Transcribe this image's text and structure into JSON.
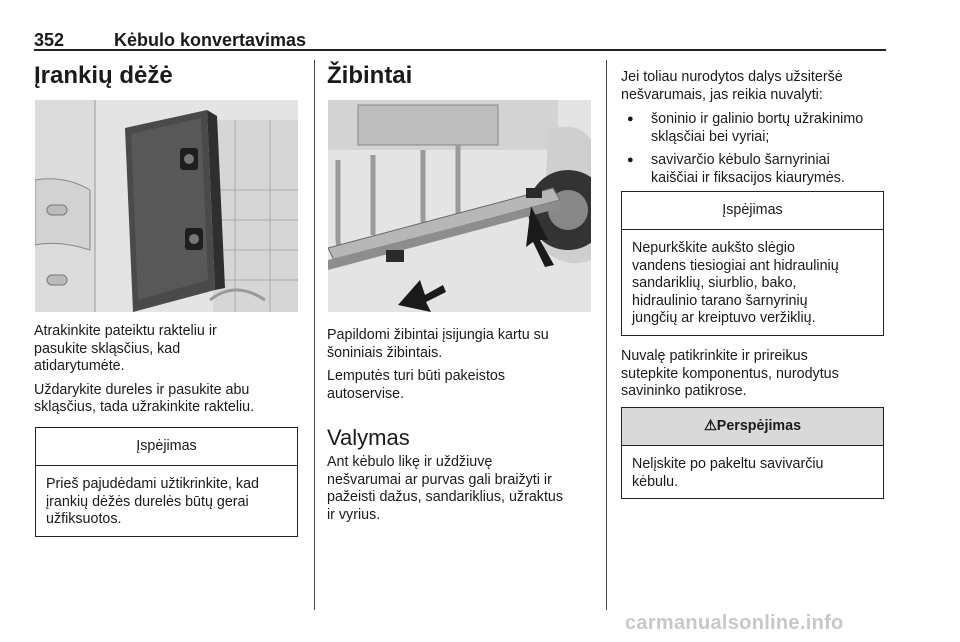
{
  "header": {
    "page_number": "352",
    "chapter": "Kėbulo konvertavimas"
  },
  "col1": {
    "heading": "Įrankių dėžė",
    "para1": [
      "Atrakinkite pateiktu rakteliu ir",
      "pasukite skląsčius, kad",
      "atidarytumėte."
    ],
    "para2": [
      "Uždarykite dureles ir pasukite abu",
      "skląsčius, tada užrakinkite rakteliu."
    ],
    "notice": {
      "title": "Įspėjimas",
      "lines": [
        "Prieš pajudėdami užtikrinkite, kad",
        "įrankių dėžės durelės būtų gerai",
        "užfiksuotos."
      ]
    }
  },
  "col2": {
    "heading": "Žibintai",
    "para1": [
      "Papildomi žibintai įsijungia kartu su",
      "šoniniais žibintais."
    ],
    "para2": [
      "Lemputės turi būti pakeistos",
      "autoservise."
    ],
    "subheading": "Valymas",
    "para3": [
      "Ant kėbulo likę ir uždžiuvę",
      "nešvarumai ar purvas gali braižyti ir",
      "pažeisti dažus, sandariklius, užraktus",
      "ir vyrius."
    ]
  },
  "col3": {
    "intro": [
      "Jei toliau nurodytos dalys užsiteršė",
      "nešvarumais, jas reikia nuvalyti:"
    ],
    "bullets": [
      [
        "šoninio ir galinio bortų užrakinimo",
        "skląsčiai bei vyriai;"
      ],
      [
        "savivarčio kėbulo šarnyriniai",
        "kaiščiai ir fiksacijos kiaurymės."
      ]
    ],
    "notice": {
      "title": "Įspėjimas",
      "lines": [
        "Nepurkškite aukšto slėgio",
        "vandens tiesiogiai ant hidraulinių",
        "sandariklių, siurblio, bako,",
        "hidraulinio tarano šarnyrinių",
        "jungčių ar kreiptuvo veržiklių."
      ]
    },
    "para": [
      "Nuvalę patikrinkite ir prireikus",
      "sutepkite komponentus, nurodytus",
      "savininko patikrose."
    ],
    "caution": {
      "symbol": "⚠",
      "title": "Perspėjimas",
      "lines": [
        "Nelįskite po pakeltu savivarčiu",
        "kėbulu."
      ]
    }
  },
  "footer": {
    "watermark": "carmanualsonline.info"
  }
}
